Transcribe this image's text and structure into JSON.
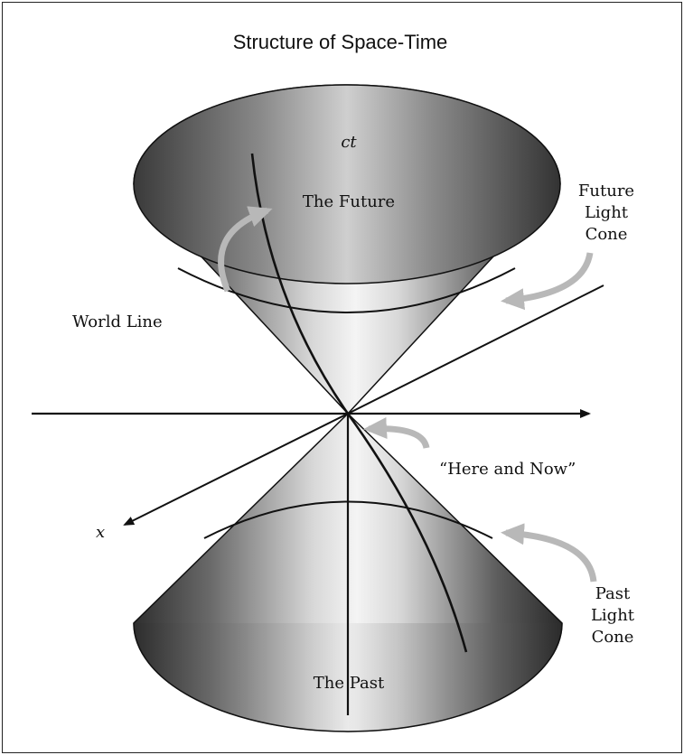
{
  "title": "Structure of Space-Time",
  "labels": {
    "ct_axis": "ct",
    "x_axis": "x",
    "future": "The Future",
    "past": "The Past",
    "world_line": "World Line",
    "here_now": "“Here and Now”",
    "future_cone": [
      "Future",
      "Light",
      "Cone"
    ],
    "past_cone": [
      "Past",
      "Light",
      "Cone"
    ]
  },
  "colors": {
    "cone_dark": "#2b2b2b",
    "cone_light": "#f2f2f2",
    "arrow_gray": "#b8b8b8",
    "line": "#111111"
  }
}
